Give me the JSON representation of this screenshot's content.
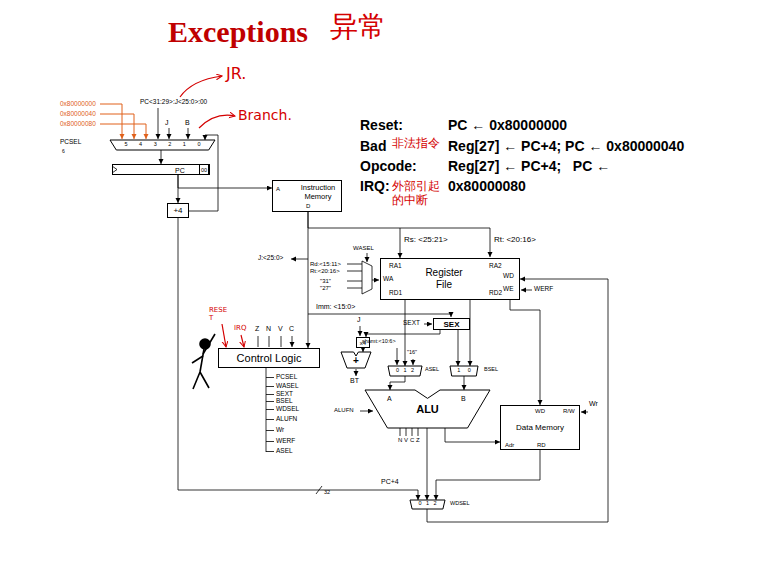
{
  "diagram": {
    "title": "Exceptions",
    "nodes": [
      {
        "text": [
          "5 4 3 2 1 0"
        ]
      },
      {
        "text": [
          "PC"
        ]
      },
      {
        "text": [
          "00"
        ],
        "in": 1
      },
      {
        "text": [
          "+4"
        ]
      },
      {
        "text": [
          "Instruction Memory",
          "A",
          "D"
        ]
      },
      {
        "text": [
          "Register File",
          "RA1",
          "RA2",
          "WA",
          "RD1",
          "RD2",
          "WD",
          "WE"
        ]
      },
      {
        "text": [
          "SEX"
        ]
      },
      {
        "text": [
          "x4"
        ]
      },
      {
        "text": [
          "+"
        ]
      },
      {
        "text": [
          "0 1 2"
        ]
      },
      {
        "text": [
          "1 0"
        ]
      },
      {
        "text": [
          "Control Logic"
        ]
      },
      {
        "text": [
          "ALU",
          "A",
          "B"
        ]
      },
      {
        "text": [
          "Data Memory",
          "WD",
          "R/W",
          "Adr",
          "RD"
        ]
      },
      {
        "text": [
          "0 1 2"
        ]
      }
    ],
    "edges": [
      {
        "from": 0,
        "to": 1,
        "arrow": "to"
      },
      {
        "from": 1,
        "to": 4,
        "arrow": "to"
      },
      {
        "from": 1,
        "to": 3,
        "arrow": "to"
      },
      {
        "from": 3,
        "to": 0,
        "arrow": "to"
      },
      {
        "from": 3,
        "to": 14,
        "arrow": "to"
      },
      {
        "from": 4,
        "to": 5,
        "arrow": "to"
      },
      {
        "from": 4,
        "to": 11,
        "arrow": "to"
      },
      {
        "from": 5,
        "to": 9,
        "arrow": "to"
      },
      {
        "from": 5,
        "to": 10,
        "arrow": "to"
      },
      {
        "from": 6,
        "to": 10,
        "arrow": "to"
      },
      {
        "from": 6,
        "to": 7,
        "arrow": "to"
      },
      {
        "from": 7,
        "to": 8,
        "arrow": "to"
      },
      {
        "from": 9,
        "to": 12,
        "arrow": "to"
      },
      {
        "from": 10,
        "to": 12,
        "arrow": "to"
      },
      {
        "from": 12,
        "to": 13,
        "arrow": "to"
      },
      {
        "from": 12,
        "to": 14,
        "arrow": "to"
      },
      {
        "from": 13,
        "to": 14,
        "arrow": "to"
      },
      {
        "from": 14,
        "to": 5,
        "arrow": "to"
      },
      {
        "from": 5,
        "to": 13,
        "arrow": "to"
      }
    ],
    "labels": [
      "异常",
      "0x80000000",
      "0x80000040",
      "0x80000080",
      "PC<31:29>:J<25:0>:00",
      "J",
      "B",
      "JR.",
      "Branch.",
      "PCSEL",
      "6",
      "Reset:",
      "PC ← 0x80000000",
      "Bad",
      "非法指令",
      "Reg[27] ← PC+4; PC ← 0x80000040",
      "Opcode:",
      "Reg[27] ← PC+4;   PC ←",
      "IRQ:",
      "外部引起的中断",
      "0x80000080",
      "J:<25:0>",
      "Rs: <25:21>",
      "Rt: <20:16>",
      "WASEL",
      "Rd:<15:11>",
      "Rt:<20:16>",
      "\"31\"",
      "\"27\"",
      "Imm: <15:0>",
      "WERF",
      "RESET",
      "IRQ",
      "Z",
      "N",
      "V",
      "C",
      "J",
      "SEXT",
      "shamt:<10:6>",
      "\"16\"",
      "ASEL",
      "BSEL",
      "BT",
      "ALUFN",
      "N",
      "V",
      "C",
      "Z",
      "Wr",
      "PC+4",
      "32",
      "WDSEL",
      "PCSEL",
      "WASEL",
      "SEXT",
      "BSEL",
      "WDSEL",
      "ALUFN",
      "Wr",
      "WERF",
      "ASEL"
    ]
  }
}
